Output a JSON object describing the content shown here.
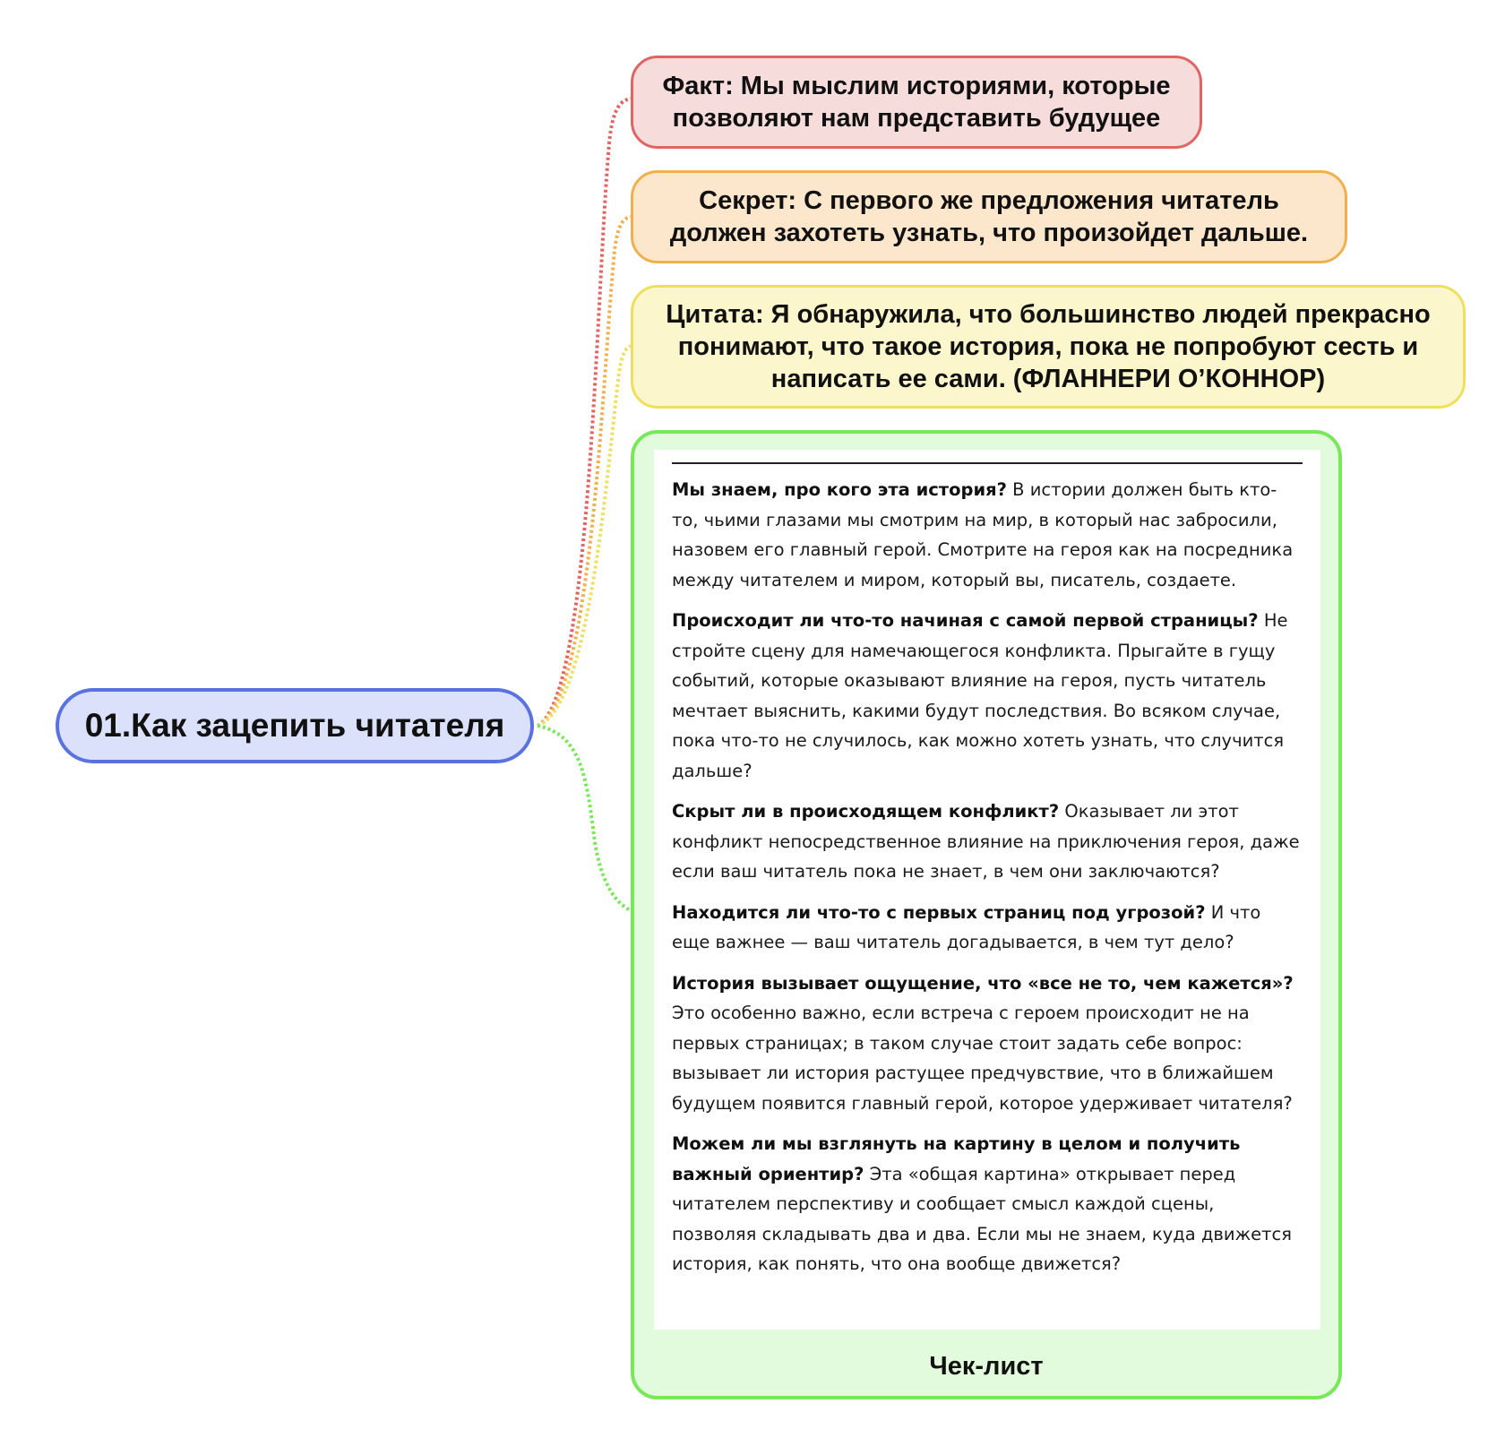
{
  "central": {
    "label": "01.Как зацепить читателя",
    "color": "#5a72e0"
  },
  "nodes": {
    "fact": {
      "text": "Факт: Мы мыслим историями, которые позволяют нам представить будущее",
      "color": "#e06464"
    },
    "secret": {
      "text": "Секрет: С первого же предложения читатель должен захотеть узнать, что произойдет дальше.",
      "color": "#f0b050"
    },
    "quote": {
      "text": "Цитата: Я обнаружила, что большинство людей прекрасно понимают, что такое история, пока не попробуют сесть и написать ее сами. (ФЛАННЕРИ О’КОННОР)",
      "color": "#ede060"
    },
    "checklist": {
      "title": "Чек-лист",
      "color": "#78e85a",
      "items": [
        {
          "question": "Мы знаем, про кого эта история?",
          "text": "В истории должен быть кто-то, чьими глазами мы смотрим на мир, в который нас забросили, назовем его главный герой. Смотрите на героя как на посредника между читателем и миром, который вы, писатель, создаете."
        },
        {
          "question": "Происходит ли что-то начиная с самой первой страницы?",
          "text": "Не стройте сцену для намечающегося конфликта. Прыгайте в гущу событий, которые оказывают влияние на героя, пусть читатель мечтает выяснить, какими будут последствия. Во всяком случае, пока что-то не случилось, как можно хотеть узнать, что случится дальше?"
        },
        {
          "question": "Скрыт ли в происходящем конфликт?",
          "text": "Оказывает ли этот конфликт непосредственное влияние на приключения героя, даже если ваш читатель пока не знает, в чем они заключаются?"
        },
        {
          "question": "Находится ли что-то с первых страниц под угрозой?",
          "text": "И что еще важнее — ваш читатель догадывается, в чем тут дело?"
        },
        {
          "question": "История вызывает ощущение, что «все не то, чем кажется»?",
          "text": "Это особенно важно, если встреча с героем происходит не на первых страницах; в таком случае стоит задать себе вопрос: вызывает ли история растущее предчувствие, что в ближайшем будущем появится главный герой, которое удерживает читателя?"
        },
        {
          "question": "Можем ли мы взглянуть на картину в целом и получить важный ориентир?",
          "text": "Эта «общая картина» открывает перед читателем перспективу и сообщает смысл каждой сцены, позволяя складывать два и два. Если мы не знаем, куда движется история, как понять, что она вообще движется?"
        }
      ]
    }
  }
}
